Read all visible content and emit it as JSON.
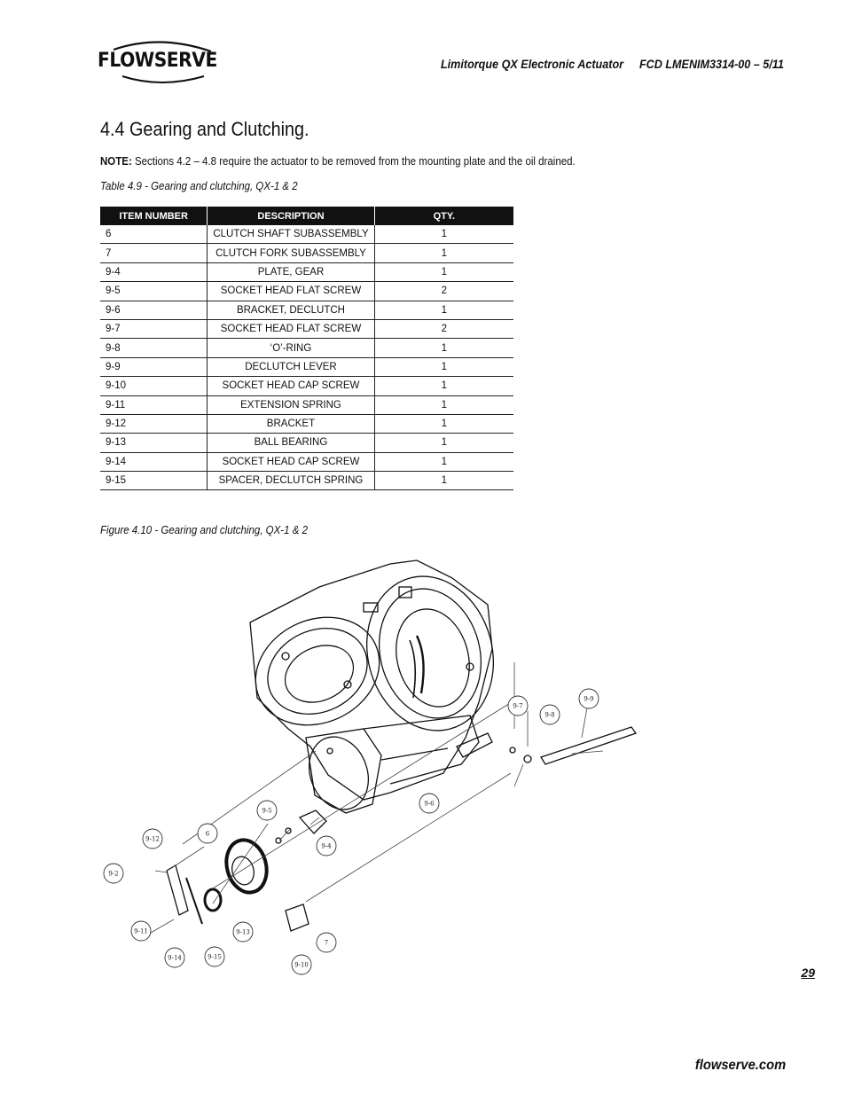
{
  "header": {
    "logo_text": "FLOWSERVE",
    "product": "Limitorque QX Electronic Actuator",
    "doc_id": "FCD LMENIM3314-00 – 5/11"
  },
  "section": {
    "title": "4.4 Gearing and Clutching.",
    "note_label": "NOTE:",
    "note_text": " Sections 4.2 – 4.8 require the actuator to be removed from the mounting plate and the oil drained."
  },
  "table": {
    "caption": "Table 4.9 - Gearing and clutching, QX-1 & 2",
    "headers": [
      "ITEM NUMBER",
      "DESCRIPTION",
      "QTY."
    ],
    "rows": [
      [
        "6",
        "CLUTCH SHAFT SUBASSEMBLY",
        "1"
      ],
      [
        "7",
        "CLUTCH FORK SUBASSEMBLY",
        "1"
      ],
      [
        "9-4",
        "PLATE, GEAR",
        "1"
      ],
      [
        "9-5",
        "SOCKET HEAD FLAT SCREW",
        "2"
      ],
      [
        "9-6",
        "BRACKET, DECLUTCH",
        "1"
      ],
      [
        "9-7",
        "SOCKET HEAD FLAT SCREW",
        "2"
      ],
      [
        "9-8",
        "‘O’-RING",
        "1"
      ],
      [
        "9-9",
        "DECLUTCH LEVER",
        "1"
      ],
      [
        "9-10",
        "SOCKET HEAD CAP SCREW",
        "1"
      ],
      [
        "9-11",
        "EXTENSION SPRING",
        "1"
      ],
      [
        "9-12",
        "BRACKET",
        "1"
      ],
      [
        "9-13",
        "BALL BEARING",
        "1"
      ],
      [
        "9-14",
        "SOCKET HEAD CAP SCREW",
        "1"
      ],
      [
        "9-15",
        "SPACER, DECLUTCH SPRING",
        "1"
      ]
    ]
  },
  "figure": {
    "caption": "Figure 4.10 - Gearing and clutching, QX-1 & 2",
    "callouts": [
      "9-7",
      "9-8",
      "9-9",
      "9-6",
      "9-5",
      "9-4",
      "9-12",
      "6",
      "9-2",
      "9-11",
      "9-13",
      "9-14",
      "9-15",
      "7",
      "9-10"
    ]
  },
  "footer": {
    "page_number": "29",
    "url": "flowserve.com"
  }
}
